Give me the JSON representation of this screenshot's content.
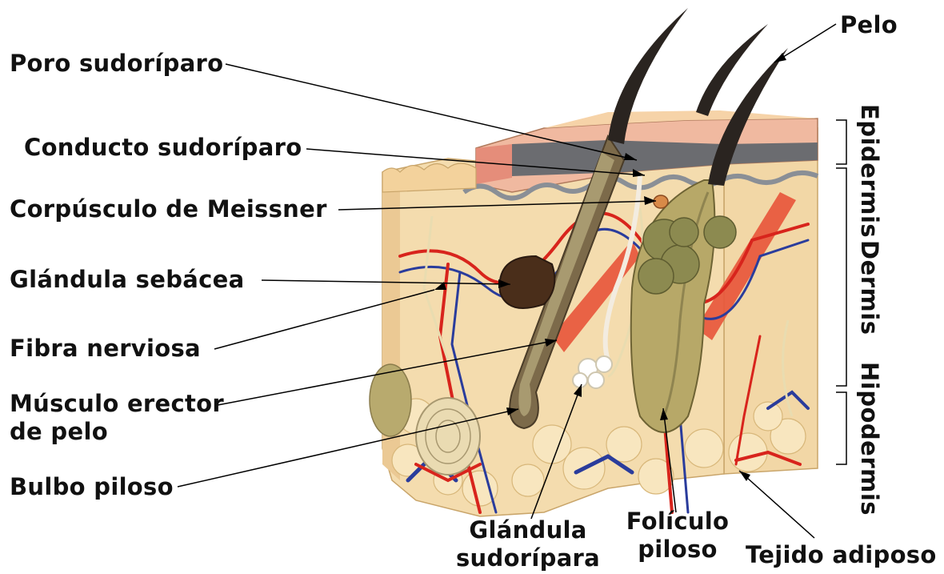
{
  "labels": {
    "poro": "Poro sudoríparo",
    "conducto": "Conducto sudoríparo",
    "meissner": "Corpúsculo de Meissner",
    "sebacea": "Glándula sebácea",
    "fibra": "Fibra nerviosa",
    "musculo_1": "Músculo erector",
    "musculo_2": "de pelo",
    "bulbo": "Bulbo piloso",
    "glandula_sud_1": "Glándula",
    "glandula_sud_2": "sudorípara",
    "foliculo_1": "Folículo",
    "foliculo_2": "piloso",
    "tejido": "Tejido adiposo",
    "pelo": "Pelo"
  },
  "layers": {
    "epidermis": "Epidermis",
    "dermis": "Dermis",
    "hipodermis": "Hipodermis"
  },
  "colors": {
    "skin": "#f4dcae",
    "epidermis": "#f0b9a0",
    "artery": "#d8241c",
    "vein": "#2a3c9c",
    "muscle": "#e8543a",
    "hair": "#2a2420",
    "fat": "#f6e2b8"
  }
}
